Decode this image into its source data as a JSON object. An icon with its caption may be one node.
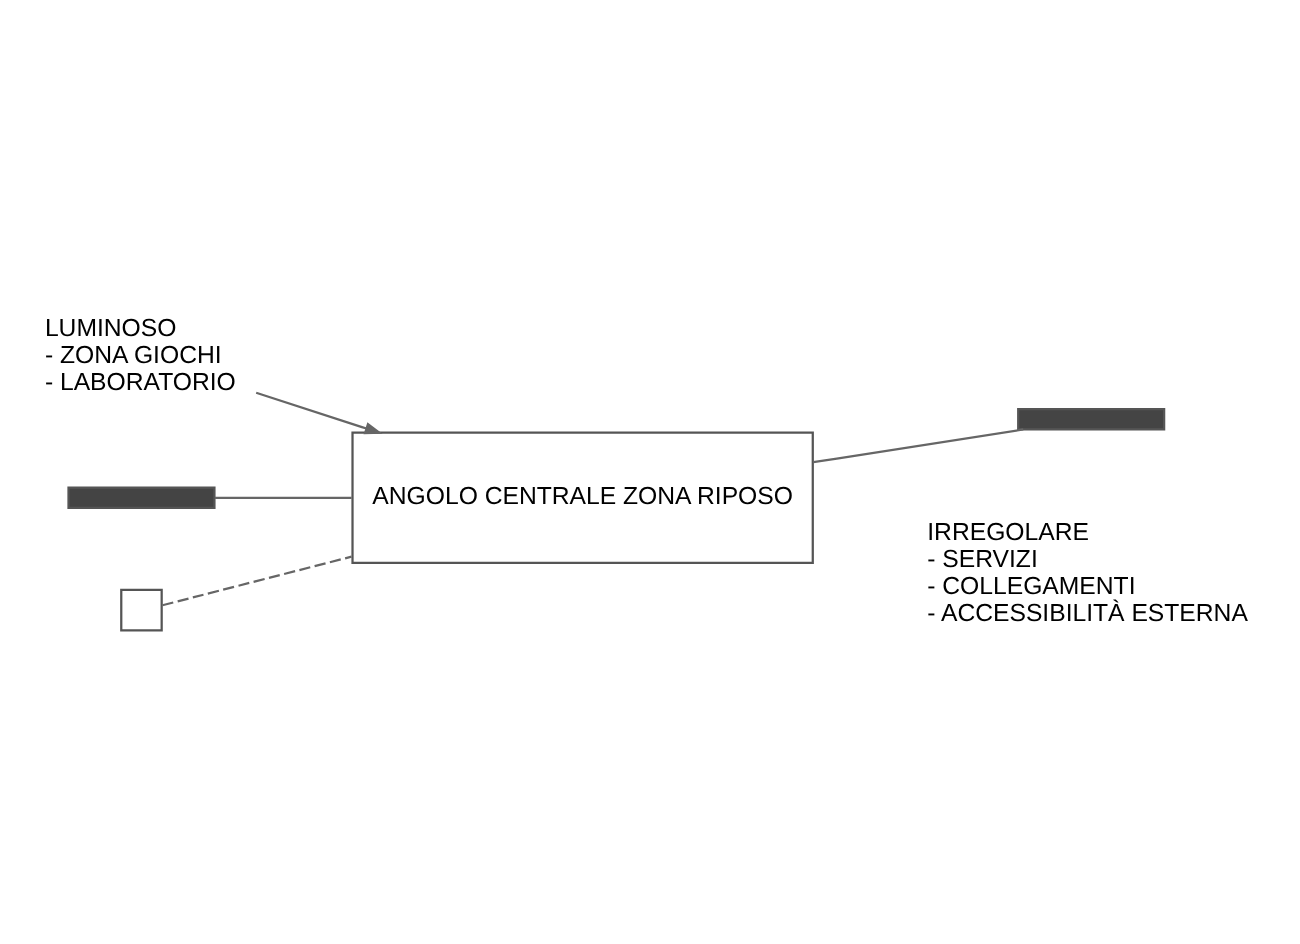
{
  "diagram": {
    "nodes": [
      {
        "text": [
          "LUMINOSO",
          "- ZONA GIOCHI",
          "- LABORATORIO"
        ]
      },
      {
        "text": [
          "ANGOLO CENTRALE ZONA RIPOSO"
        ]
      },
      {
        "text": [],
        "shape": "bar"
      },
      {
        "text": [],
        "shape": "bar"
      },
      {
        "text": [],
        "shape": "box"
      }
    ],
    "edges": [
      {
        "from": 0,
        "to": 1,
        "arrow": "to"
      },
      {
        "from": 2,
        "to": 1,
        "arrow": "none"
      },
      {
        "from": 1,
        "to": 3,
        "arrow": "none"
      },
      {
        "from": 4,
        "to": 1,
        "arrow": "none",
        "style": "dashed"
      }
    ],
    "labels": [
      "IRREGOLARE",
      "- SERVIZI",
      "- COLLEGAMENTI",
      "- ACCESSIBILITÀ ESTERNA"
    ]
  }
}
